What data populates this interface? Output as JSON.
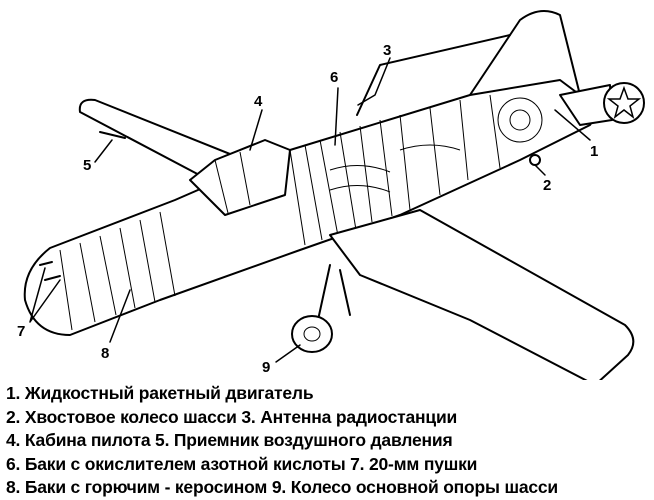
{
  "diagram": {
    "callouts": [
      "1",
      "2",
      "3",
      "4",
      "5",
      "6",
      "7",
      "8",
      "9"
    ]
  },
  "legend": [
    "1. Жидкостный ракетный двигатель",
    "2. Хвостовое колесо шасси 3. Антенна радиостанции",
    "4. Кабина пилота 5. Приемник воздушного давления",
    "6. Баки с окислителем азотной кислоты 7. 20-мм пушки",
    "8. Баки с горючим - керосином 9. Колесо основной опоры шасси"
  ]
}
